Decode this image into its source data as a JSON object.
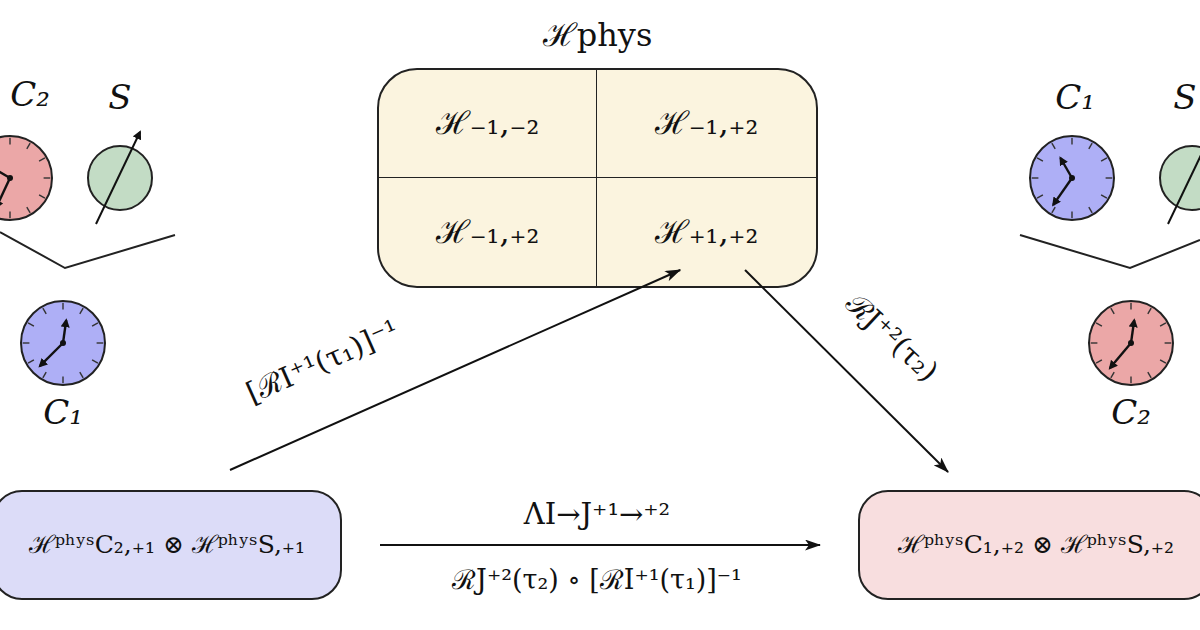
{
  "diagram": {
    "nodes": [
      {
        "text": [
          "ℋphys"
        ]
      },
      {
        "text": [
          "ℋ₋₁,₋₂"
        ],
        "in": 0
      },
      {
        "text": [
          "ℋ₋₁,₊₂"
        ],
        "in": 0
      },
      {
        "text": [
          "ℋ₋₁,₊₂"
        ],
        "in": 0
      },
      {
        "text": [
          "ℋ₊₁,₊₂"
        ],
        "in": 0
      },
      {
        "text": [
          "ℋᵖʰʸˢC₂,₊₁ ⊗ ℋᵖʰʸˢS,₊₁"
        ]
      },
      {
        "text": [
          "ℋᵖʰʸˢC₁,₊₂ ⊗ ℋᵖʰʸˢS,₊₂"
        ]
      }
    ],
    "edges": [
      {
        "from": 5,
        "to": 4,
        "arrow": "to",
        "label": "[ℛI⁺¹(τ₁)]⁻¹"
      },
      {
        "from": 4,
        "to": 6,
        "arrow": "to",
        "label": "ℛJ⁺²(τ₂)"
      },
      {
        "from": 5,
        "to": 6,
        "arrow": "to",
        "label": "ΛI→J⁺¹→⁺²"
      }
    ],
    "labels": [
      "C₂",
      "S",
      "C₁",
      "C₁",
      "S",
      "C₂",
      "ℛJ⁺²(τ₂) ∘ [ℛI⁺¹(τ₁)]⁻¹"
    ]
  }
}
